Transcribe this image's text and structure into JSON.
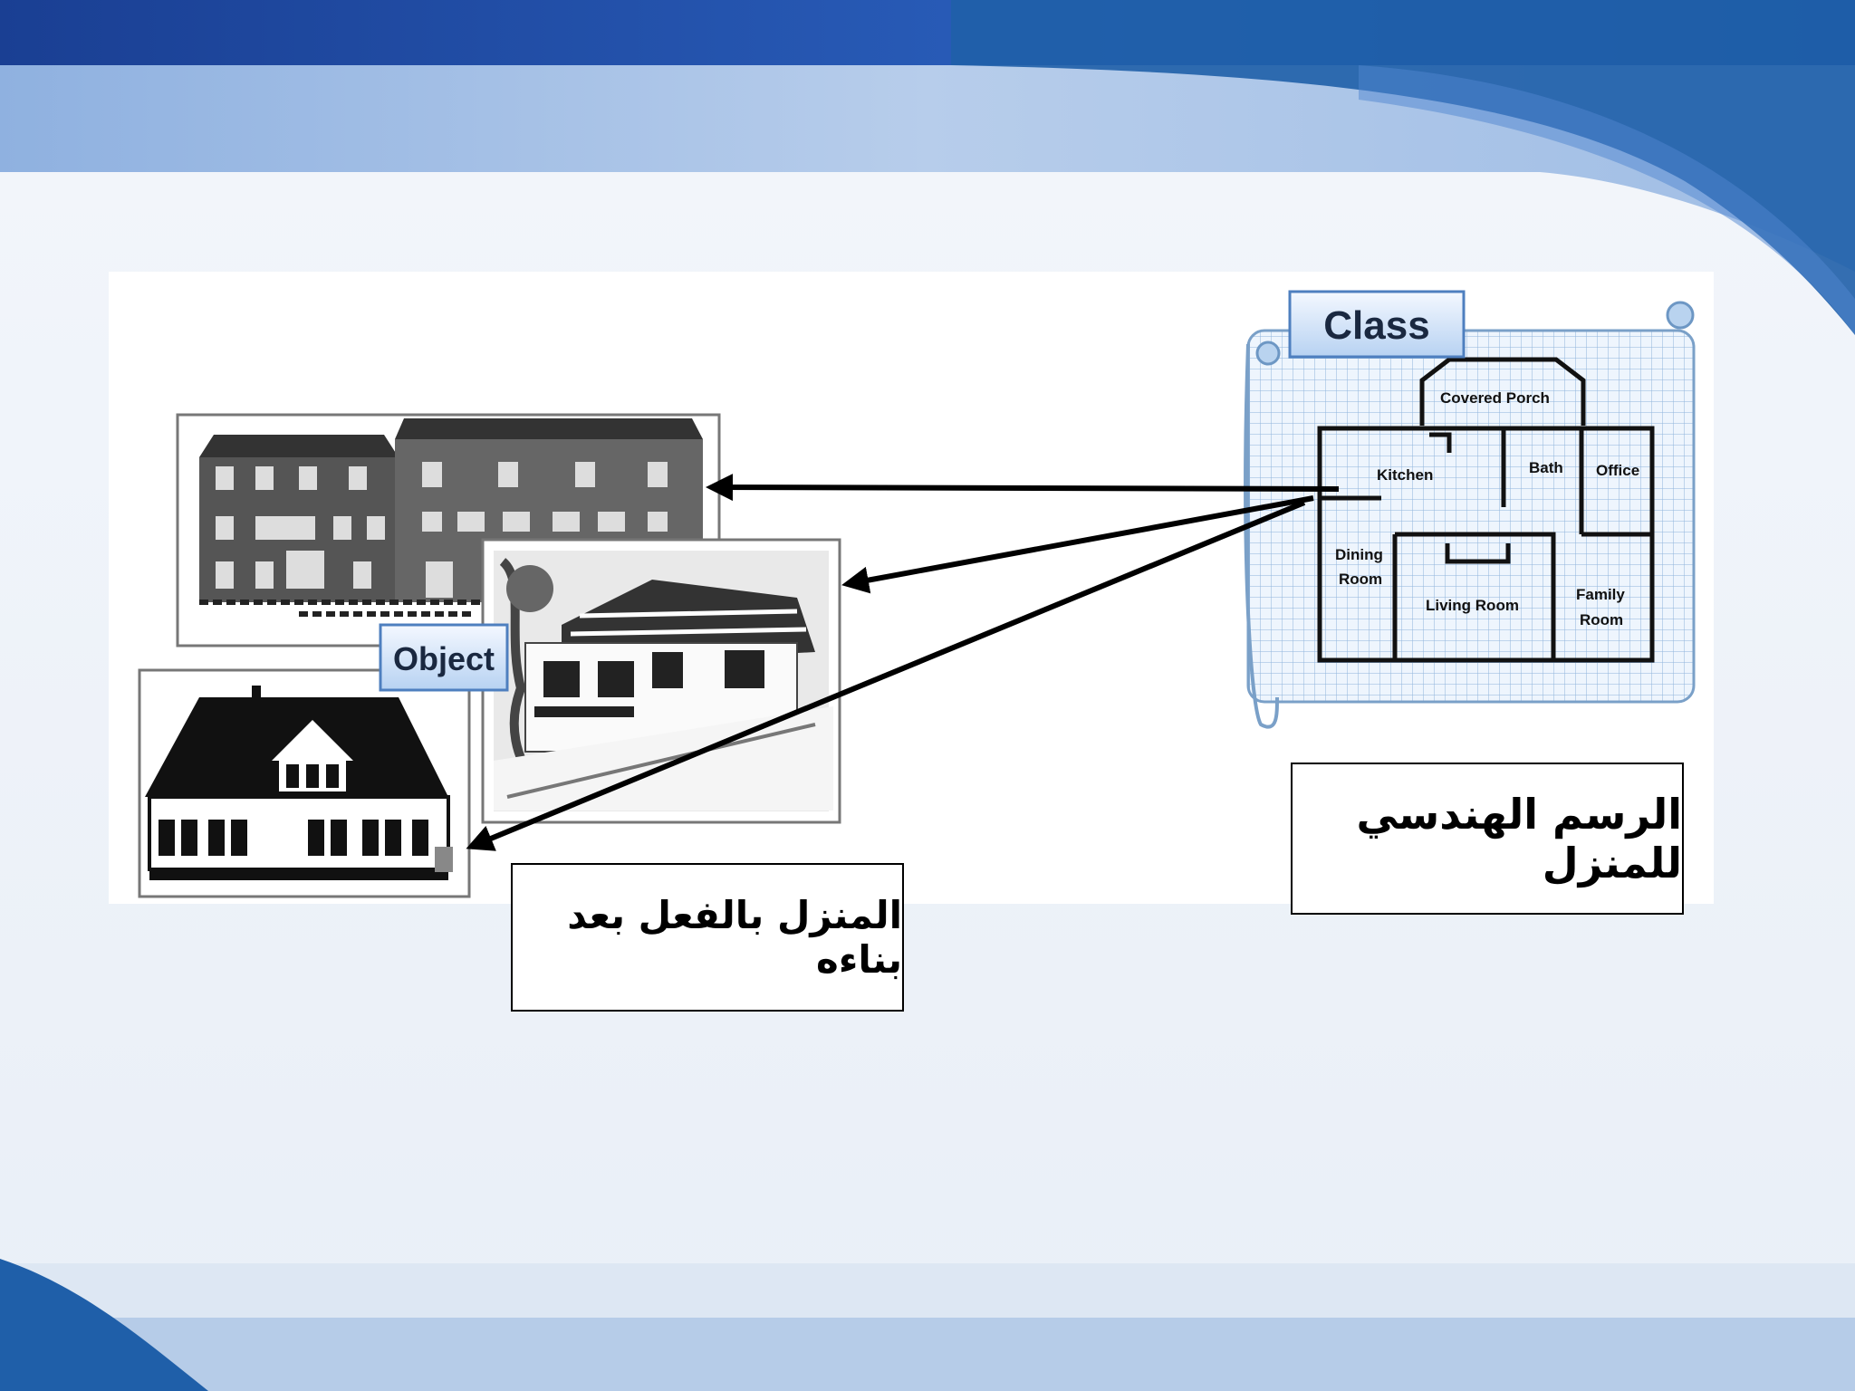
{
  "slide": {
    "colors": {
      "top_band": "#1e4ea8",
      "light_band": "#a9c3e6",
      "accent": "#1f5fa9"
    }
  },
  "diagram": {
    "class_tab": "Class",
    "object_tab": "Object",
    "floorplan_rooms": {
      "porch": "Covered Porch",
      "kitchen": "Kitchen",
      "bath": "Bath",
      "office": "Office",
      "dining": "Dining Room",
      "living": "Living Room",
      "family": "Family Room"
    },
    "caption_blueprint": "الرسم الهندسي للمنزل",
    "caption_built": "المنزل بالفعل بعد بناءه",
    "icons": [
      "house-icon",
      "floorplan-icon",
      "arrow-icon"
    ]
  }
}
